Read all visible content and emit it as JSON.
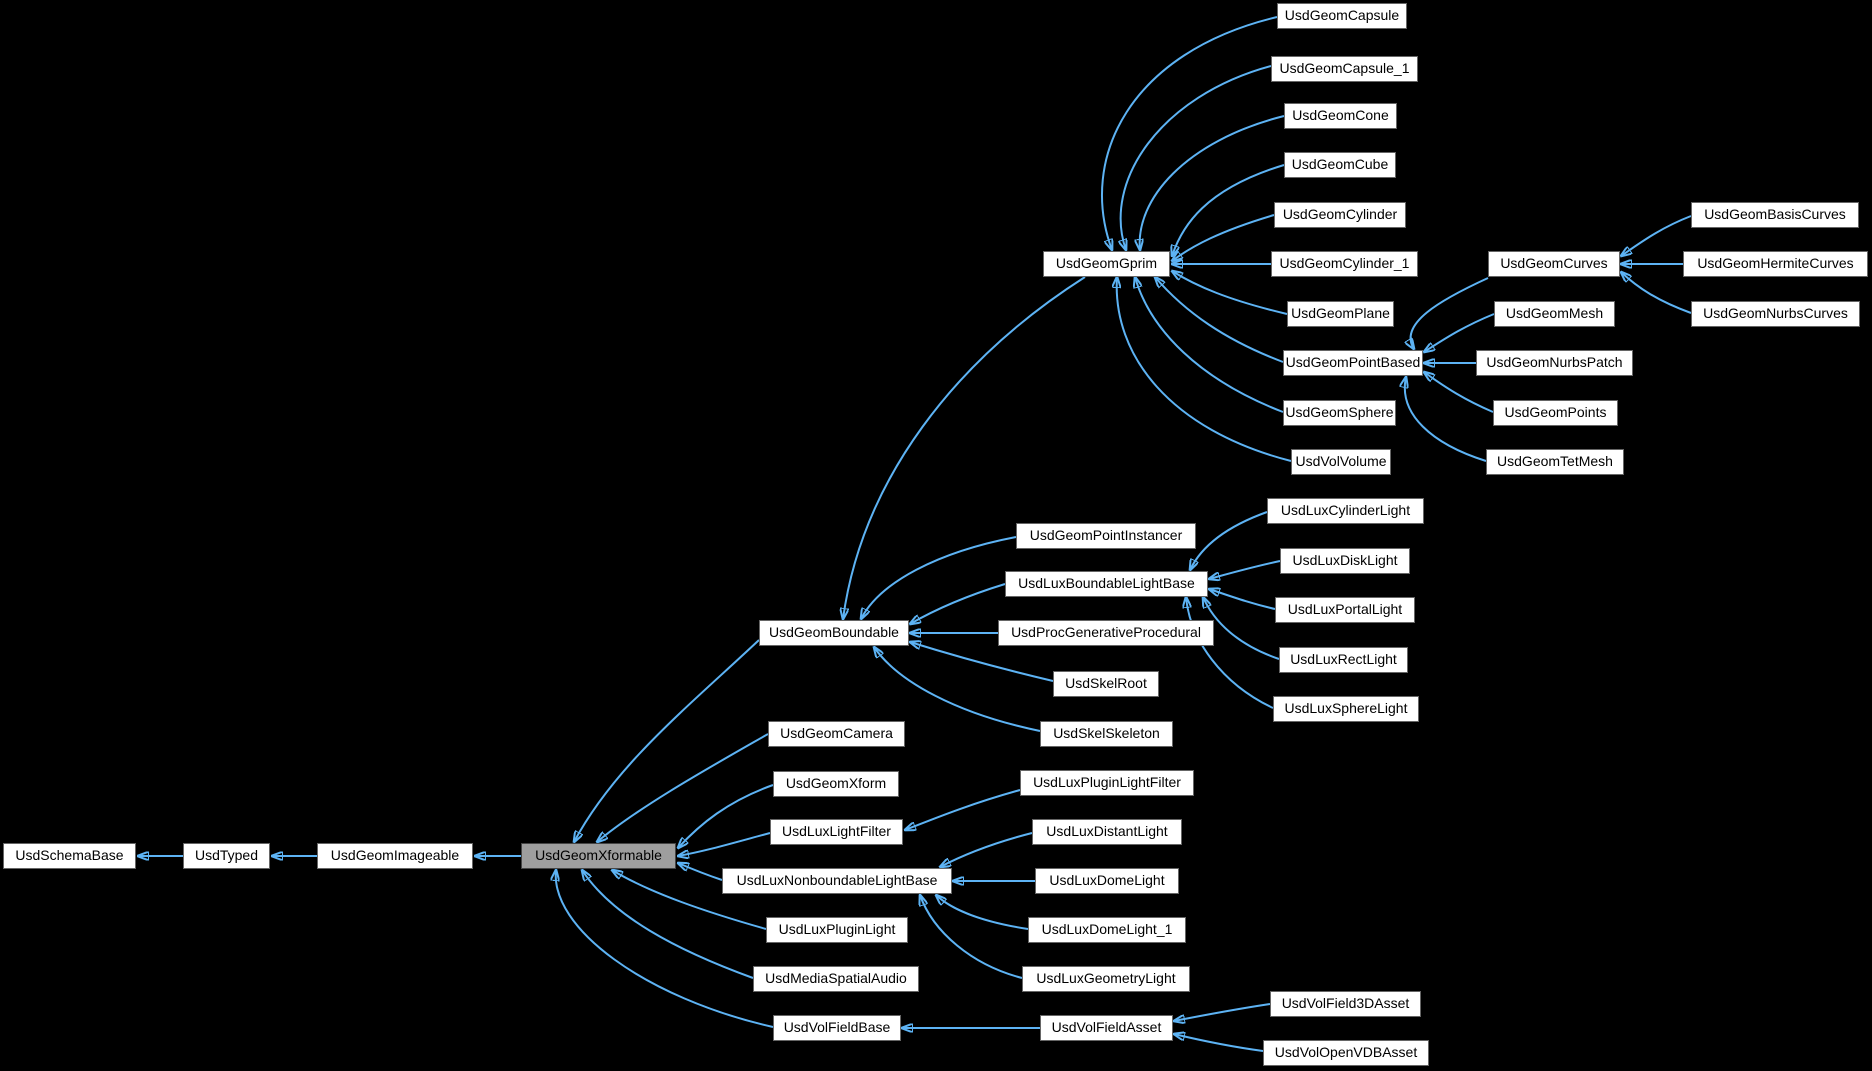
{
  "diagram": {
    "type": "class-inheritance-graph",
    "background_color": "#000000",
    "arrow_color": "#5db3f4",
    "node_fill": "#ffffff",
    "node_border": "#666666",
    "current_node_fill": "#9e9e9e",
    "current_node": "UsdGeomXformable",
    "nodes": [
      {
        "label": "UsdSchemaBase"
      },
      {
        "label": "UsdTyped"
      },
      {
        "label": "UsdGeomImageable"
      },
      {
        "label": "UsdGeomXformable"
      },
      {
        "label": "UsdGeomGprim"
      },
      {
        "label": "UsdGeomCapsule"
      },
      {
        "label": "UsdGeomCapsule_1"
      },
      {
        "label": "UsdGeomCone"
      },
      {
        "label": "UsdGeomCube"
      },
      {
        "label": "UsdGeomCylinder"
      },
      {
        "label": "UsdGeomCylinder_1"
      },
      {
        "label": "UsdGeomPlane"
      },
      {
        "label": "UsdGeomPointBased"
      },
      {
        "label": "UsdGeomSphere"
      },
      {
        "label": "UsdVolVolume"
      },
      {
        "label": "UsdGeomCurves"
      },
      {
        "label": "UsdGeomMesh"
      },
      {
        "label": "UsdGeomNurbsPatch"
      },
      {
        "label": "UsdGeomPoints"
      },
      {
        "label": "UsdGeomTetMesh"
      },
      {
        "label": "UsdGeomBasisCurves"
      },
      {
        "label": "UsdGeomHermiteCurves"
      },
      {
        "label": "UsdGeomNurbsCurves"
      },
      {
        "label": "UsdGeomBoundable"
      },
      {
        "label": "UsdGeomPointInstancer"
      },
      {
        "label": "UsdLuxBoundableLightBase"
      },
      {
        "label": "UsdProcGenerativeProcedural"
      },
      {
        "label": "UsdSkelRoot"
      },
      {
        "label": "UsdSkelSkeleton"
      },
      {
        "label": "UsdLuxCylinderLight"
      },
      {
        "label": "UsdLuxDiskLight"
      },
      {
        "label": "UsdLuxPortalLight"
      },
      {
        "label": "UsdLuxRectLight"
      },
      {
        "label": "UsdLuxSphereLight"
      },
      {
        "label": "UsdGeomCamera"
      },
      {
        "label": "UsdGeomXform"
      },
      {
        "label": "UsdLuxLightFilter"
      },
      {
        "label": "UsdLuxPluginLightFilter"
      },
      {
        "label": "UsdLuxDistantLight"
      },
      {
        "label": "UsdLuxNonboundableLightBase"
      },
      {
        "label": "UsdLuxDomeLight"
      },
      {
        "label": "UsdLuxPluginLight"
      },
      {
        "label": "UsdLuxDomeLight_1"
      },
      {
        "label": "UsdMediaSpatialAudio"
      },
      {
        "label": "UsdLuxGeometryLight"
      },
      {
        "label": "UsdVolFieldBase"
      },
      {
        "label": "UsdVolFieldAsset"
      },
      {
        "label": "UsdVolField3DAsset"
      },
      {
        "label": "UsdVolOpenVDBAsset"
      }
    ],
    "edges": [
      {
        "from": "UsdTyped",
        "to": "UsdSchemaBase"
      },
      {
        "from": "UsdGeomImageable",
        "to": "UsdTyped"
      },
      {
        "from": "UsdGeomXformable",
        "to": "UsdGeomImageable"
      },
      {
        "from": "UsdGeomBoundable",
        "to": "UsdGeomXformable"
      },
      {
        "from": "UsdGeomCamera",
        "to": "UsdGeomXformable"
      },
      {
        "from": "UsdGeomXform",
        "to": "UsdGeomXformable"
      },
      {
        "from": "UsdLuxLightFilter",
        "to": "UsdGeomXformable"
      },
      {
        "from": "UsdLuxNonboundableLightBase",
        "to": "UsdGeomXformable"
      },
      {
        "from": "UsdLuxPluginLight",
        "to": "UsdGeomXformable"
      },
      {
        "from": "UsdMediaSpatialAudio",
        "to": "UsdGeomXformable"
      },
      {
        "from": "UsdVolFieldBase",
        "to": "UsdGeomXformable"
      },
      {
        "from": "UsdGeomGprim",
        "to": "UsdGeomBoundable"
      },
      {
        "from": "UsdGeomCapsule",
        "to": "UsdGeomGprim"
      },
      {
        "from": "UsdGeomCapsule_1",
        "to": "UsdGeomGprim"
      },
      {
        "from": "UsdGeomCone",
        "to": "UsdGeomGprim"
      },
      {
        "from": "UsdGeomCube",
        "to": "UsdGeomGprim"
      },
      {
        "from": "UsdGeomCylinder",
        "to": "UsdGeomGprim"
      },
      {
        "from": "UsdGeomCylinder_1",
        "to": "UsdGeomGprim"
      },
      {
        "from": "UsdGeomPlane",
        "to": "UsdGeomGprim"
      },
      {
        "from": "UsdGeomPointBased",
        "to": "UsdGeomGprim"
      },
      {
        "from": "UsdGeomSphere",
        "to": "UsdGeomGprim"
      },
      {
        "from": "UsdVolVolume",
        "to": "UsdGeomGprim"
      },
      {
        "from": "UsdGeomCurves",
        "to": "UsdGeomPointBased"
      },
      {
        "from": "UsdGeomMesh",
        "to": "UsdGeomPointBased"
      },
      {
        "from": "UsdGeomNurbsPatch",
        "to": "UsdGeomPointBased"
      },
      {
        "from": "UsdGeomPoints",
        "to": "UsdGeomPointBased"
      },
      {
        "from": "UsdGeomTetMesh",
        "to": "UsdGeomPointBased"
      },
      {
        "from": "UsdGeomBasisCurves",
        "to": "UsdGeomCurves"
      },
      {
        "from": "UsdGeomHermiteCurves",
        "to": "UsdGeomCurves"
      },
      {
        "from": "UsdGeomNurbsCurves",
        "to": "UsdGeomCurves"
      },
      {
        "from": "UsdGeomPointInstancer",
        "to": "UsdGeomBoundable"
      },
      {
        "from": "UsdLuxBoundableLightBase",
        "to": "UsdGeomBoundable"
      },
      {
        "from": "UsdProcGenerativeProcedural",
        "to": "UsdGeomBoundable"
      },
      {
        "from": "UsdSkelRoot",
        "to": "UsdGeomBoundable"
      },
      {
        "from": "UsdSkelSkeleton",
        "to": "UsdGeomBoundable"
      },
      {
        "from": "UsdLuxCylinderLight",
        "to": "UsdLuxBoundableLightBase"
      },
      {
        "from": "UsdLuxDiskLight",
        "to": "UsdLuxBoundableLightBase"
      },
      {
        "from": "UsdLuxPortalLight",
        "to": "UsdLuxBoundableLightBase"
      },
      {
        "from": "UsdLuxRectLight",
        "to": "UsdLuxBoundableLightBase"
      },
      {
        "from": "UsdLuxSphereLight",
        "to": "UsdLuxBoundableLightBase"
      },
      {
        "from": "UsdLuxPluginLightFilter",
        "to": "UsdLuxLightFilter"
      },
      {
        "from": "UsdLuxDistantLight",
        "to": "UsdLuxNonboundableLightBase"
      },
      {
        "from": "UsdLuxDomeLight",
        "to": "UsdLuxNonboundableLightBase"
      },
      {
        "from": "UsdLuxDomeLight_1",
        "to": "UsdLuxNonboundableLightBase"
      },
      {
        "from": "UsdLuxGeometryLight",
        "to": "UsdLuxNonboundableLightBase"
      },
      {
        "from": "UsdVolFieldAsset",
        "to": "UsdVolFieldBase"
      },
      {
        "from": "UsdVolField3DAsset",
        "to": "UsdVolFieldAsset"
      },
      {
        "from": "UsdVolOpenVDBAsset",
        "to": "UsdVolFieldAsset"
      }
    ]
  }
}
